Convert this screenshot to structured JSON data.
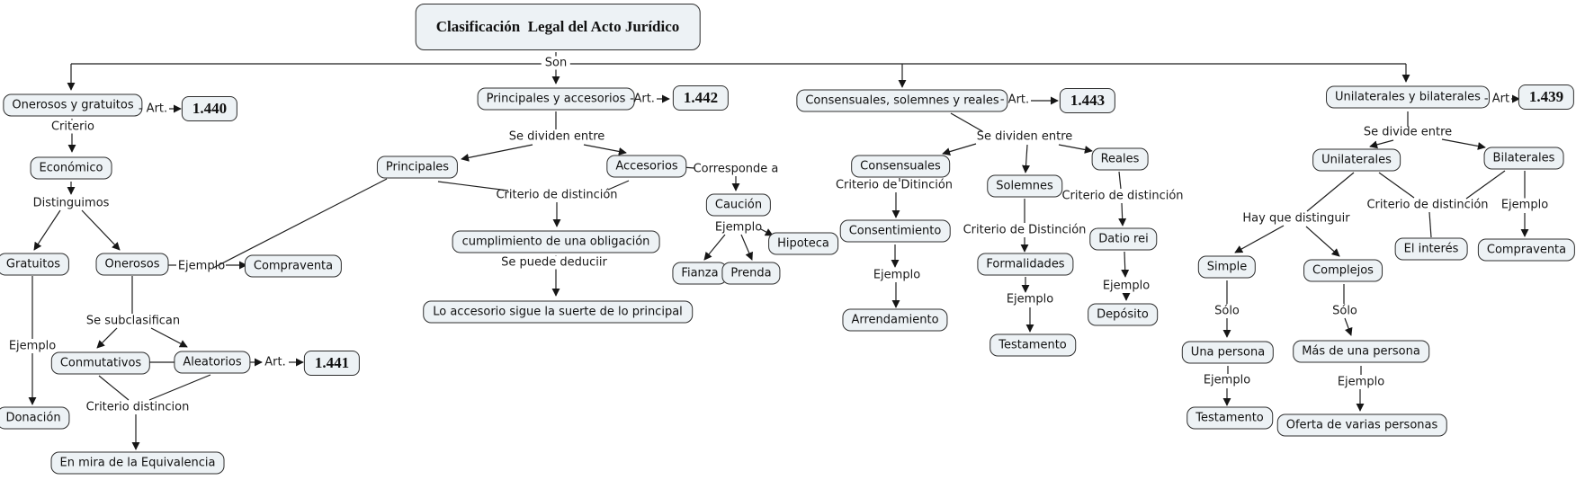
{
  "colors": {
    "background": "#ffffff",
    "node_fill": "#edf2f5",
    "node_border": "#2e2e2e",
    "line": "#1f1f1f",
    "text": "#111111"
  },
  "nodes": {
    "title": "Clasificación  Legal del Acto Jurídico",
    "b1_root": "Onerosos y gratuitos",
    "b1_num": "1.440",
    "b1_economico": "Económico",
    "b1_gratuitos": "Gratuitos",
    "b1_onerosos": "Onerosos",
    "b1_compraventa": "Compraventa",
    "b1_conmutativos": "Conmutativos",
    "b1_aleatorios": "Aleatorios",
    "b1_num2": "1.441",
    "b1_donacion": "Donación",
    "b1_equivalencia": "En mira de la Equivalencia",
    "b2_root": "Principales y accesorios",
    "b2_num": "1.442",
    "b2_principales": "Principales",
    "b2_accesorios": "Accesorios",
    "b2_caucion": "Caución",
    "b2_fianza": "Fianza",
    "b2_prenda": "Prenda",
    "b2_hipoteca": "Hipoteca",
    "b2_cumplimiento": "cumplimiento de una obligación",
    "b2_regla": "Lo accesorio sigue la suerte de lo principal",
    "b3_root": "Consensuales, solemnes y reales",
    "b3_num": "1.443",
    "b3_consensuales": "Consensuales",
    "b3_solemnes": "Solemnes",
    "b3_reales": "Reales",
    "b3_consentimiento": "Consentimiento",
    "b3_arrendamiento": "Arrendamiento",
    "b3_formalidades": "Formalidades",
    "b3_testamento": "Testamento",
    "b3_datio_rei": "Datio rei",
    "b3_deposito": "Depósito",
    "b4_root": "Unilaterales y bilaterales",
    "b4_num": "1.439",
    "b4_unilaterales": "Unilaterales",
    "b4_bilaterales": "Bilaterales",
    "b4_interes": "El interés",
    "b4_compraventa": "Compraventa",
    "b4_simple": "Simple",
    "b4_complejos": "Complejos",
    "b4_una_persona": "Una persona",
    "b4_mas_personas": "Más de una persona",
    "b4_testamento": "Testamento",
    "b4_oferta": "Oferta de varias personas"
  },
  "labels": {
    "son": "Son",
    "b1_art": "- Art.",
    "b1_criterio": "Criterio",
    "b1_distinguimos": "Distinguimos",
    "b1_ejemplo_onerosos": "Ejemplo",
    "b1_ejemplo_gratuitos": "Ejemplo",
    "b1_subclasifican": "Se subclasifican",
    "b1_art2": "Art.",
    "b1_criterio_distincion": "Criterio distincion",
    "b2_art": "-Art.",
    "b2_dividen": "Se dividen entre",
    "b2_criterio": "Criterio de distinción",
    "b2_corresponde": "Corresponde a",
    "b2_ejemplo": "Ejemplo",
    "b2_deducir": "Se puede deduciir",
    "b3_art": "- Art.",
    "b3_dividen": "Se dividen entre",
    "b3_crit_consensuales": "Criterio de Ditinción",
    "b3_crit_solemnes": "Criterio de Distinción",
    "b3_crit_reales": "Criterio de distinción",
    "b3_ejemplo_consensuales": "Ejemplo",
    "b3_ejemplo_solemnes": "Ejemplo",
    "b3_ejemplo_reales": "Ejemplo",
    "b4_art": "- Art",
    "b4_divide": "Se divide entre",
    "b4_hay": "Hay que distinguir",
    "b4_criterio": "Criterio de distinción",
    "b4_ejemplo_bilaterales": "Ejemplo",
    "b4_solo_simple": "Sólo",
    "b4_solo_complejos": "Sólo",
    "b4_ejemplo_una": "Ejemplo",
    "b4_ejemplo_mas": "Ejemplo"
  }
}
